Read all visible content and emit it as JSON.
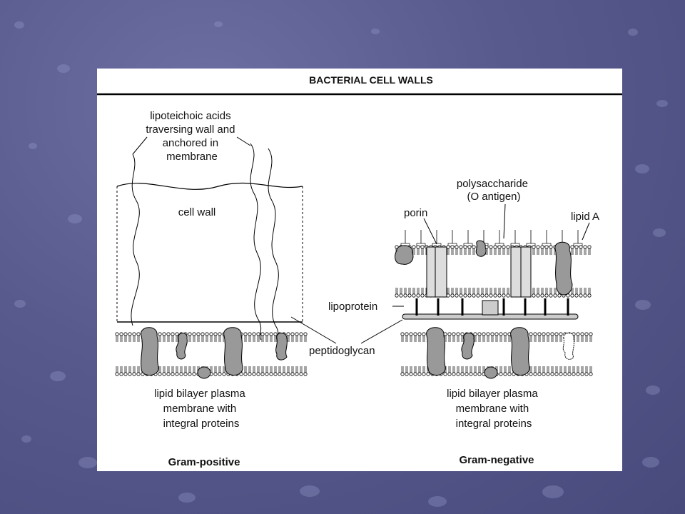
{
  "slide": {
    "background_color": "#585a8e",
    "figure": {
      "title": "BACTERIAL CELL WALLS",
      "gram_positive": {
        "lipoteichoic_label": [
          "lipoteichoic acids",
          "traversing wall and",
          "anchored in",
          "membrane"
        ],
        "cell_wall_label": "cell wall",
        "membrane_label": [
          "lipid bilayer plasma",
          "membrane with",
          "integral proteins"
        ],
        "caption": "Gram-positive"
      },
      "shared": {
        "peptidoglycan_label": "peptidoglycan"
      },
      "gram_negative": {
        "polysaccharide_label": [
          "polysaccharide",
          "(O antigen)"
        ],
        "porin_label": "porin",
        "lipid_a_label": "lipid A",
        "lipoprotein_label": "lipoprotein",
        "membrane_label": [
          "lipid bilayer plasma",
          "membrane with",
          "integral proteins"
        ],
        "caption": "Gram-negative"
      }
    }
  }
}
